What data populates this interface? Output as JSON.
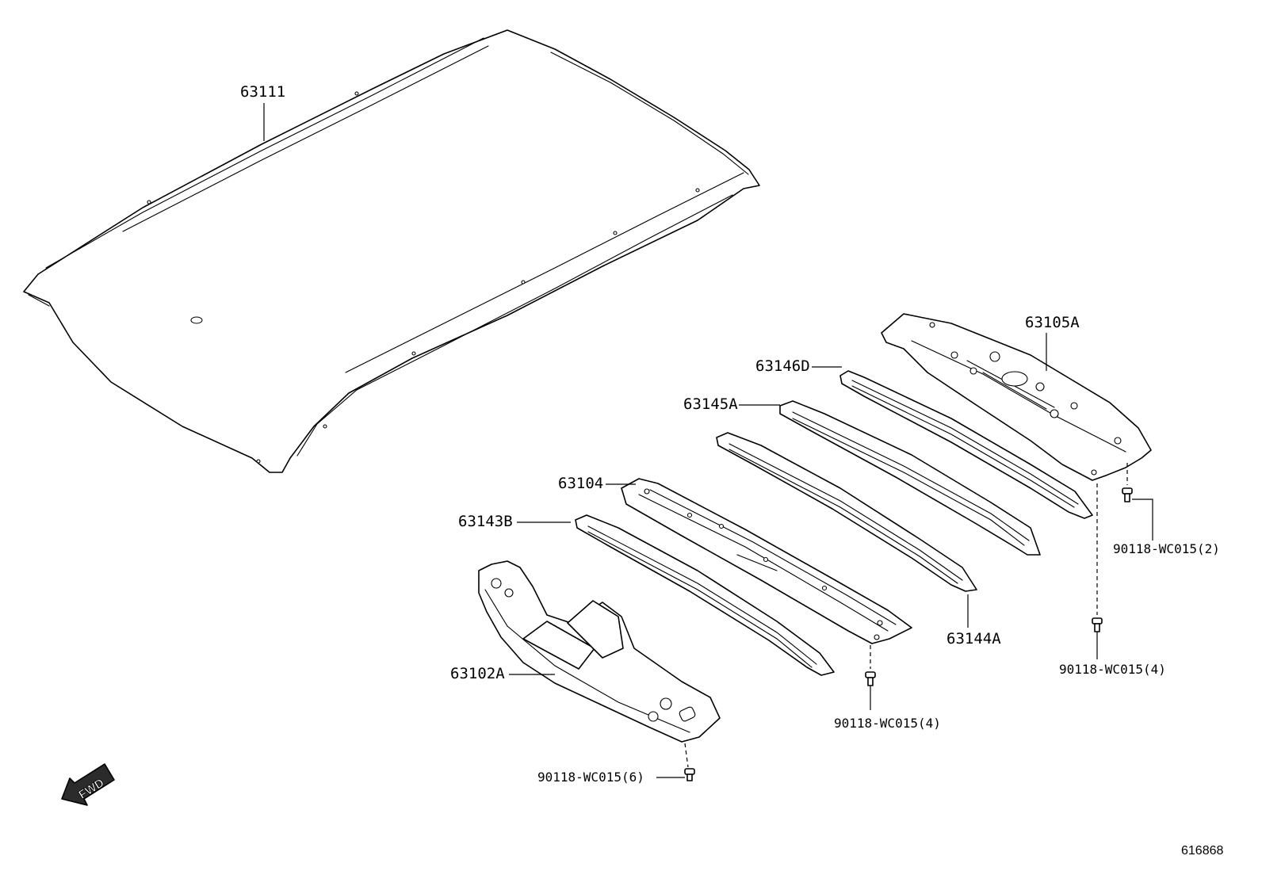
{
  "labels": {
    "roof_panel": "63111",
    "rear_header": "63105A",
    "rail_d": "63146D",
    "rail_a": "63145A",
    "reinforcement": "63104",
    "rail_b": "63143B",
    "rail_c": "63144A",
    "front_header": "63102A"
  },
  "bolts": {
    "b2": "90118-WC015(2)",
    "b4_right": "90118-WC015(4)",
    "b4_mid": "90118-WC015(4)",
    "b6": "90118-WC015(6)"
  },
  "fwd": "FWD",
  "ref_number": "616868"
}
